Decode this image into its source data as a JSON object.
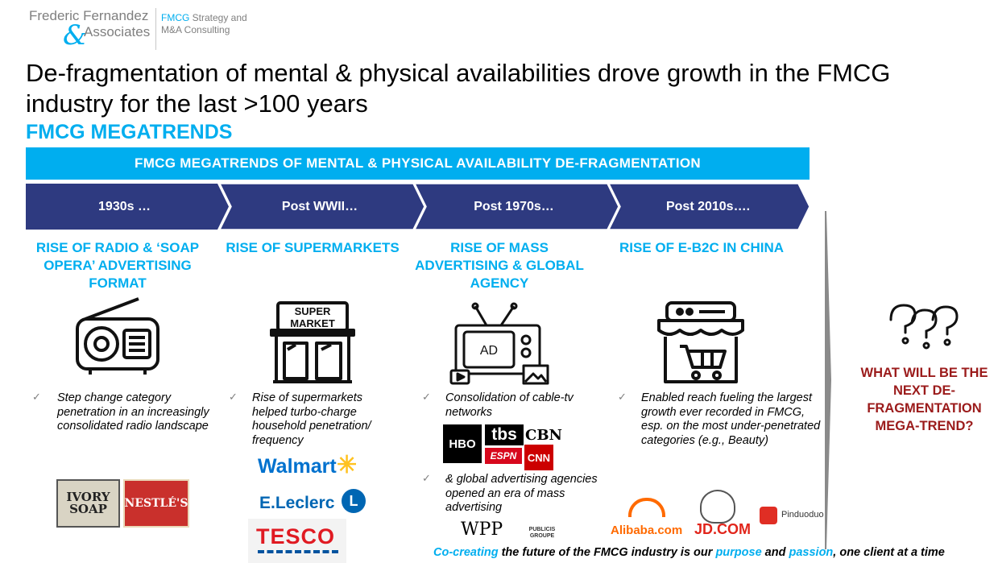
{
  "header": {
    "logo_name": "Frederic Fernandez",
    "logo_amp": "&",
    "logo_assoc": "Associates",
    "tag_highlight": "FMCG",
    "tag_rest_1": " Strategy and",
    "tag_rest_2": "M&A Consulting"
  },
  "title": "De-fragmentation of mental & physical availabilities drove growth in the FMCG industry for the last >100 years",
  "subtitle": "FMCG MEGATRENDS",
  "banner": "FMCG MEGATRENDS OF MENTAL & PHYSICAL AVAILABILITY DE-FRAGMENTATION",
  "eras": [
    {
      "label": "1930s …"
    },
    {
      "label": "Post WWII…"
    },
    {
      "label": "Post 1970s…"
    },
    {
      "label": "Post 2010s…."
    }
  ],
  "columns": [
    {
      "heading": "RISE OF RADIO & ‘SOAP OPERA’ ADVERTISING FORMAT",
      "icon": "radio-icon",
      "bullet": "Step change category penetration in an increasingly consolidated radio landscape",
      "brands": [
        "IVORY SOAP",
        "NESTLÉ'S"
      ]
    },
    {
      "heading": "RISE OF SUPERMARKETS",
      "icon": "supermarket-icon",
      "icon_text_1": "SUPER",
      "icon_text_2": "MARKET",
      "bullet": "Rise of supermarkets helped turbo-charge household penetration/ frequency",
      "brands": [
        "Walmart",
        "E.Leclerc",
        "TESCO"
      ]
    },
    {
      "heading": "RISE OF MASS ADVERTISING & GLOBAL AGENCY",
      "icon": "tv-ad-icon",
      "icon_text": "AD",
      "bullet": "Consolidation of cable-tv networks",
      "bullet2": "& global advertising agencies opened an era of mass advertising",
      "brands": [
        "HBO",
        "tbs",
        "CBN",
        "ESPN",
        "CNN",
        "WPP",
        "PUBLICIS GROUPE"
      ]
    },
    {
      "heading": "RISE OF E-B2C IN CHINA",
      "icon": "online-store-icon",
      "bullet": "Enabled reach fueling the largest growth ever recorded in FMCG, esp. on the most under-penetrated categories (e.g., Beauty)",
      "brands": [
        "Alibaba.com",
        "JD.COM",
        "Pinduoduo"
      ]
    }
  ],
  "question_icon": "question-marks-icon",
  "question": "WHAT WILL BE THE NEXT DE-FRAGMENTATION MEGA-TREND?",
  "footer": {
    "p1": "Co-creating",
    "p2": " the future of the FMCG industry is our ",
    "p3": "purpose",
    "p4": " and ",
    "p5": "passion",
    "p6": ", one client at a time"
  },
  "colors": {
    "accent": "#00aeef",
    "navy": "#2e3a80",
    "question": "#9b1b1b"
  }
}
